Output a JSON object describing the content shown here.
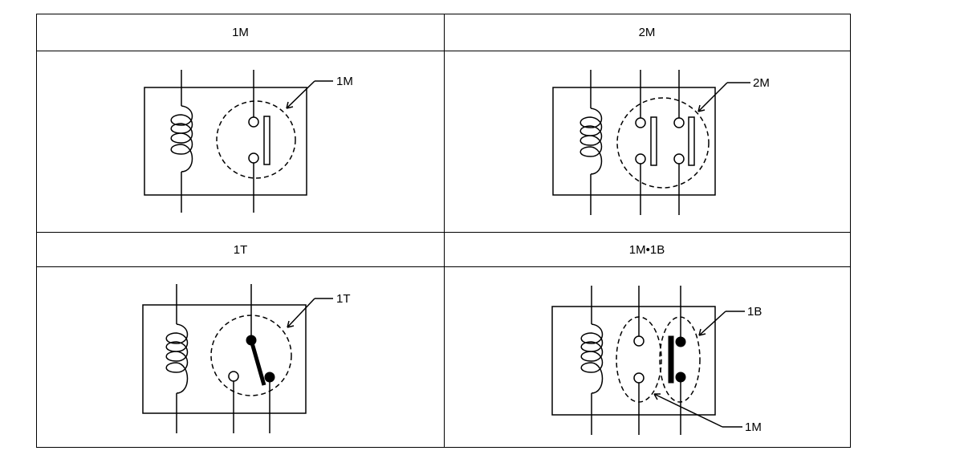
{
  "cells": [
    {
      "id": "1m",
      "header": "1M",
      "callouts": [
        "1M"
      ]
    },
    {
      "id": "2m",
      "header": "2M",
      "callouts": [
        "2M"
      ]
    },
    {
      "id": "1t",
      "header": "1T",
      "callouts": [
        "1T"
      ]
    },
    {
      "id": "1m1b",
      "header": "1M•1B",
      "callouts": [
        "1B",
        "1M"
      ]
    }
  ],
  "colors": {
    "line": "#000000",
    "background": "#ffffff"
  }
}
